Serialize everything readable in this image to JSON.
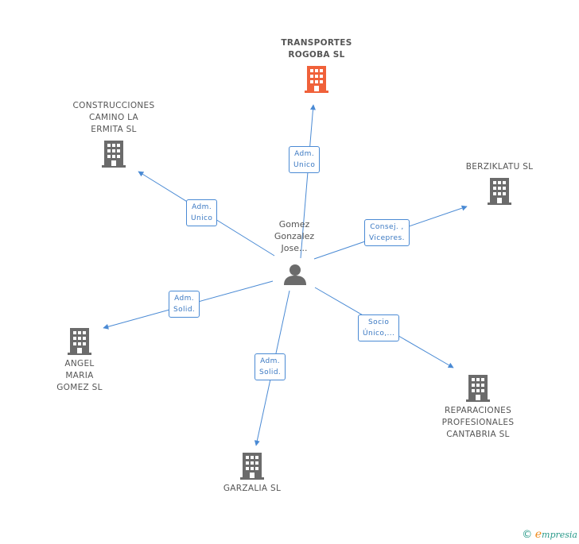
{
  "center": {
    "label": "Gomez\nGonzalez\nJose..."
  },
  "nodes": [
    {
      "id": "transportes",
      "label": "TRANSPORTES\nROGOBA SL",
      "color": "#f0613a"
    },
    {
      "id": "construcciones",
      "label": "CONSTRUCCIONES\nCAMINO LA\nERMITA SL",
      "color": "#6b6b6b"
    },
    {
      "id": "berziklatu",
      "label": "BERZIKLATU SL",
      "color": "#6b6b6b"
    },
    {
      "id": "angel",
      "label": "ANGEL\nMARIA\nGOMEZ SL",
      "color": "#6b6b6b"
    },
    {
      "id": "reparaciones",
      "label": "REPARACIONES\nPROFESIONALES\nCANTABRIA SL",
      "color": "#6b6b6b"
    },
    {
      "id": "garzalia",
      "label": "GARZALIA SL",
      "color": "#6b6b6b"
    }
  ],
  "edges": [
    {
      "to": "transportes",
      "label": "Adm.\nUnico"
    },
    {
      "to": "construcciones",
      "label": "Adm.\nUnico"
    },
    {
      "to": "berziklatu",
      "label": "Consej. ,\nVicepres."
    },
    {
      "to": "angel",
      "label": "Adm.\nSolid."
    },
    {
      "to": "reparaciones",
      "label": "Socio\nÚnico,..."
    },
    {
      "to": "garzalia",
      "label": "Adm.\nSolid."
    }
  ],
  "footer": {
    "copyright": "©",
    "brand_initial": "e",
    "brand_rest": "mpresia"
  },
  "colors": {
    "edge": "#4a8ad4",
    "person": "#6b6b6b"
  }
}
